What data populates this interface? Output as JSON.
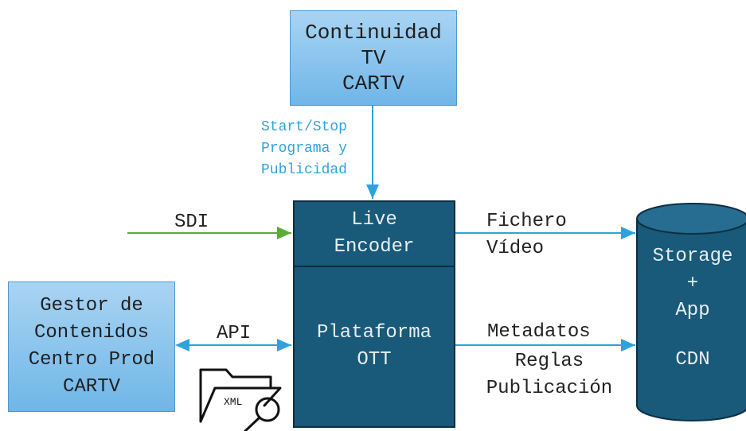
{
  "continuidad": {
    "lines": [
      "Continuidad",
      "TV",
      "CARTV"
    ]
  },
  "start_stop": {
    "lines": [
      "Start/Stop",
      "Programa y",
      "Publicidad"
    ]
  },
  "sdi_label": "SDI",
  "live_encoder": {
    "lines": [
      "Live",
      "Encoder"
    ]
  },
  "plataforma": {
    "lines": [
      "Plataforma",
      "OTT"
    ]
  },
  "gestor": {
    "lines": [
      "Gestor de",
      "Contenidos",
      "Centro Prod",
      "CARTV"
    ]
  },
  "api_label": "API",
  "fichero": {
    "lines": [
      "Fichero",
      "Vídeo"
    ]
  },
  "metadatos_label": "Metadatos",
  "reglas": {
    "lines": [
      "Reglas",
      "Publicación"
    ]
  },
  "storage": {
    "lines": [
      "Storage",
      "+",
      "App"
    ],
    "cdn": "CDN"
  },
  "xml_icon": {
    "text": "XML",
    "icon": "xml-folder-search-icon"
  },
  "colors": {
    "arrow_blue": "#2ea3db",
    "arrow_green": "#5aab3a",
    "dark_box": "#195979",
    "light_box": "#8cc6ef"
  }
}
